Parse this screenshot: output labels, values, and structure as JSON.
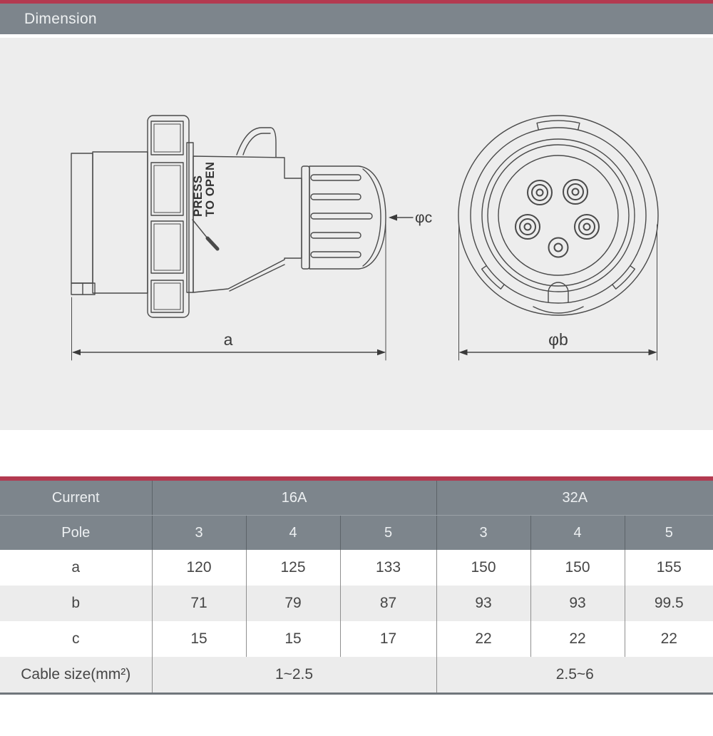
{
  "page": {
    "title": "Dimension"
  },
  "colors": {
    "accent_red": "#b33a50",
    "header_gray": "#7d858c",
    "panel_gray": "#ededed",
    "row_alt_gray": "#ececec",
    "line_color": "#4a4a4a"
  },
  "diagram": {
    "side_view": {
      "press_line1": "PRESS",
      "press_line2": "TO OPEN",
      "dim_a": "a",
      "dim_c": "φc"
    },
    "front_view": {
      "dim_b": "φb"
    }
  },
  "table": {
    "current_label": "Current",
    "pole_label": "Pole",
    "cable_label": "Cable size(mm²)",
    "groups": [
      {
        "current": "16A",
        "poles": [
          "3",
          "4",
          "5"
        ],
        "cable_size": "1~2.5"
      },
      {
        "current": "32A",
        "poles": [
          "3",
          "4",
          "5"
        ],
        "cable_size": "2.5~6"
      }
    ],
    "rows": [
      {
        "label": "a",
        "values": [
          "120",
          "125",
          "133",
          "150",
          "150",
          "155"
        ]
      },
      {
        "label": "b",
        "values": [
          "71",
          "79",
          "87",
          "93",
          "93",
          "99.5"
        ]
      },
      {
        "label": "c",
        "values": [
          "15",
          "15",
          "17",
          "22",
          "22",
          "22"
        ]
      }
    ]
  }
}
